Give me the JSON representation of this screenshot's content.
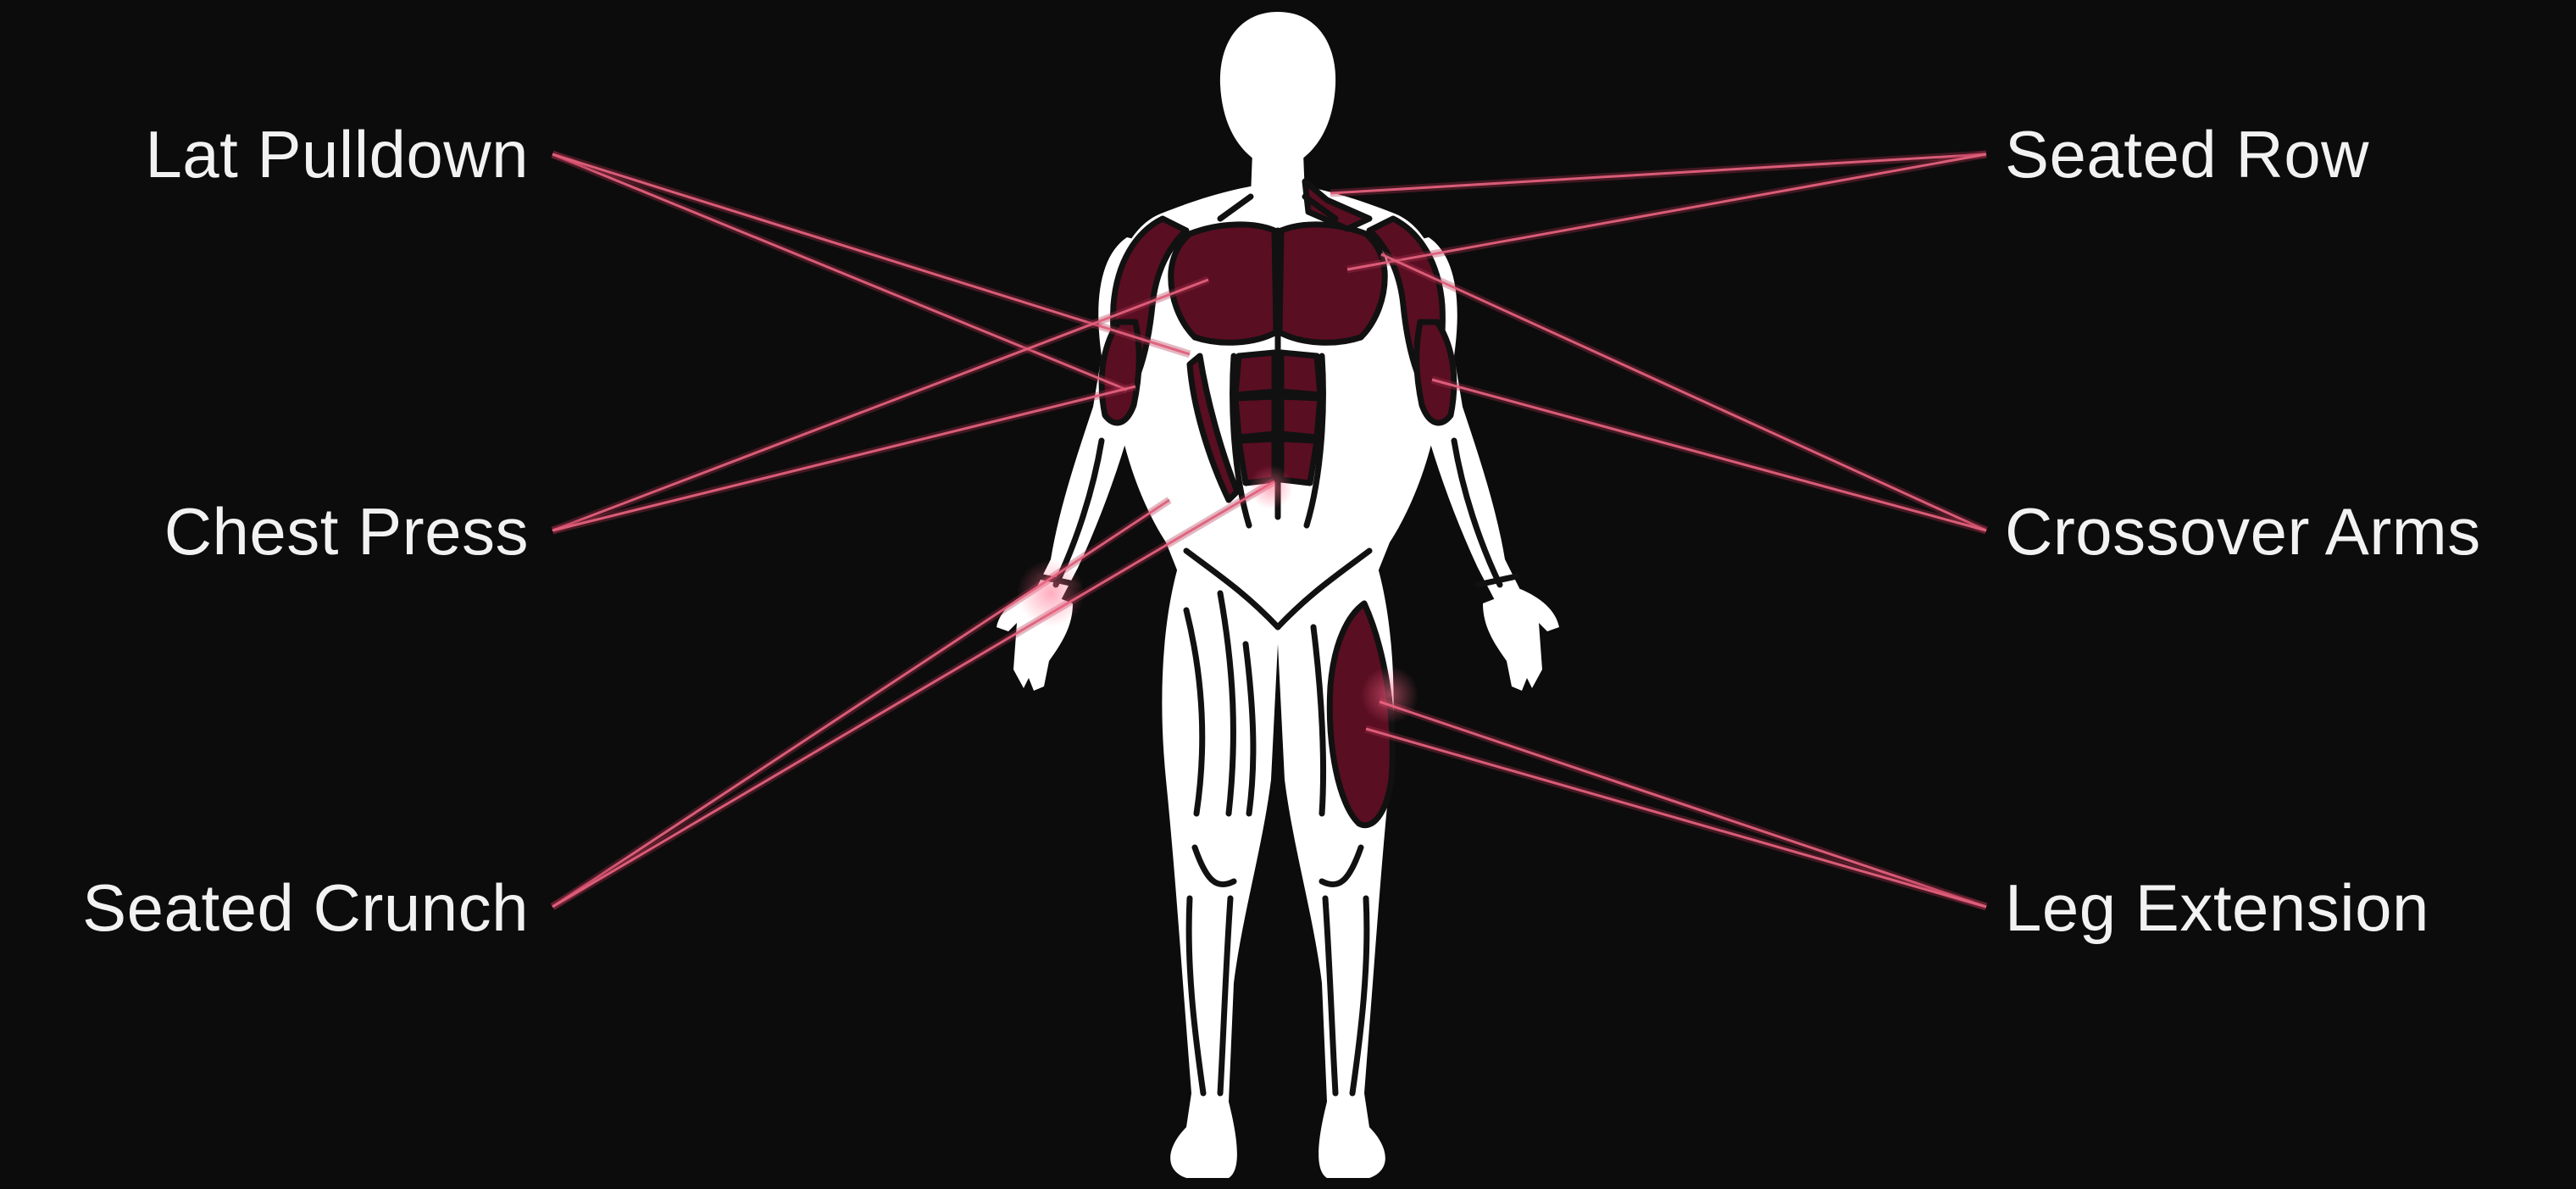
{
  "exercises": {
    "lat_pulldown": "Lat Pulldown",
    "chest_press": "Chest Press",
    "seated_crunch": "Seated Crunch",
    "seated_row": "Seated Row",
    "crossover_arms": "Crossover Arms",
    "leg_extension": "Leg Extension"
  },
  "colors": {
    "background": "#0c0c0c",
    "body": "#ffffff",
    "highlight": "#5a0e22",
    "connector": "#e0607c",
    "text": "#f2f2f2"
  }
}
